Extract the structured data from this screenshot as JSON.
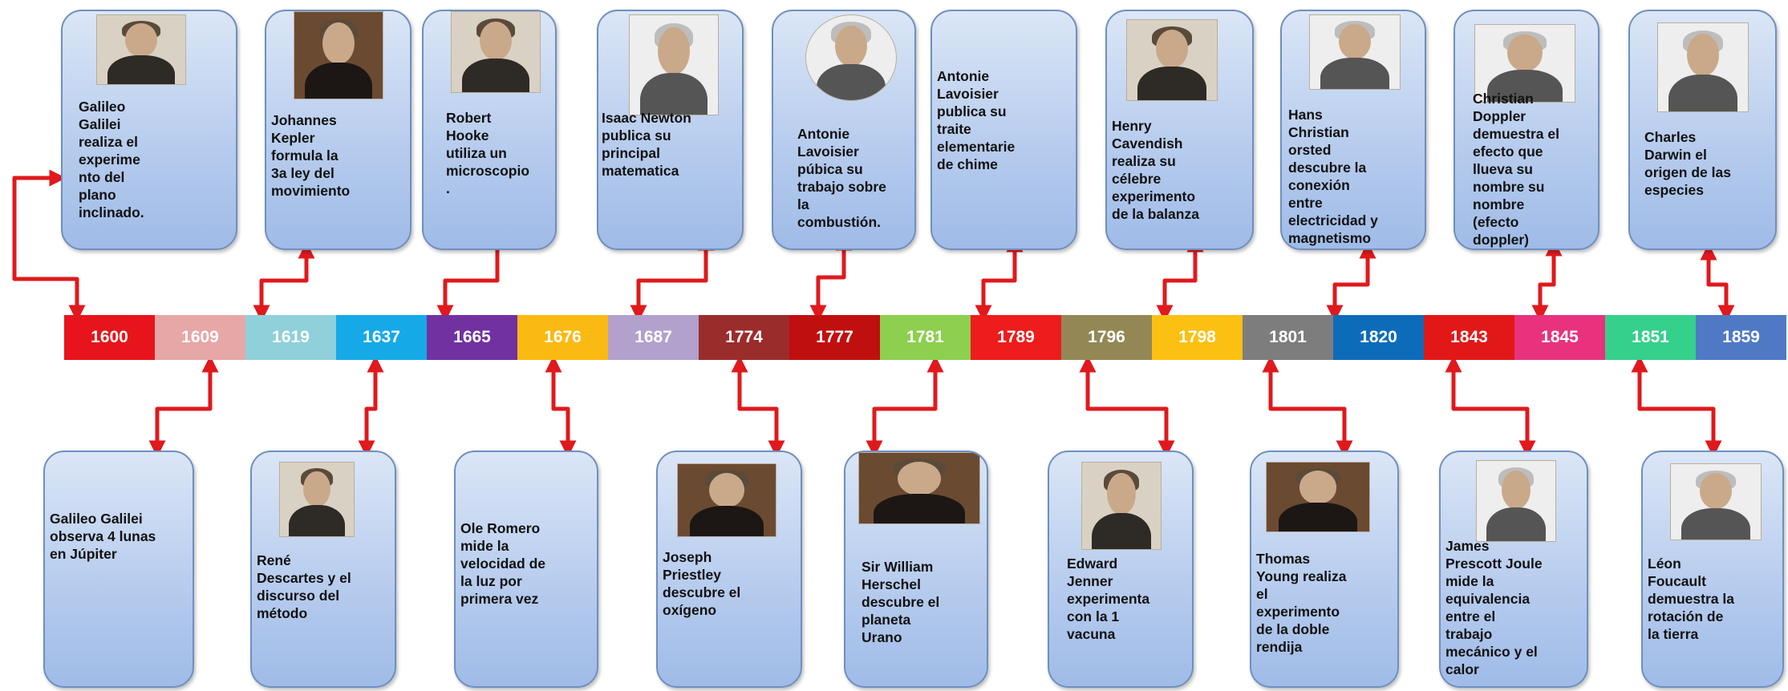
{
  "years": [
    {
      "label": "1600",
      "color": "#e8141b"
    },
    {
      "label": "1609",
      "color": "#e6a7a7"
    },
    {
      "label": "1619",
      "color": "#8fd0da"
    },
    {
      "label": "1637",
      "color": "#16a9e8"
    },
    {
      "label": "1665",
      "color": "#7131a1"
    },
    {
      "label": "1676",
      "color": "#fbba12"
    },
    {
      "label": "1687",
      "color": "#b2a0cd"
    },
    {
      "label": "1774",
      "color": "#9b2c2c"
    },
    {
      "label": "1777",
      "color": "#c00f0f"
    },
    {
      "label": "1781",
      "color": "#8dcf4f"
    },
    {
      "label": "1789",
      "color": "#ee1c1c"
    },
    {
      "label": "1796",
      "color": "#938855"
    },
    {
      "label": "1798",
      "color": "#fbc012"
    },
    {
      "label": "1801",
      "color": "#7d7d7d"
    },
    {
      "label": "1820",
      "color": "#0d6cba"
    },
    {
      "label": "1843",
      "color": "#e21818"
    },
    {
      "label": "1845",
      "color": "#e8327d"
    },
    {
      "label": "1851",
      "color": "#35d08b"
    },
    {
      "label": "1859",
      "color": "#4f79c5"
    }
  ],
  "top_events": [
    {
      "text": "Galileo\nGalilei\nrealiza el\nexperime\nnto del\nplano\ninclinado."
    },
    {
      "text": "Johannes\nKepler\nformula la\n3a ley del\nmovimiento"
    },
    {
      "text": "Robert\nHooke\nutiliza un\nmicroscopio\n."
    },
    {
      "text": "Isaac Newton\npublica su\nprincipal\nmatematica"
    },
    {
      "text": "Antonie\nLavoisier\npúbica su\ntrabajo sobre\nla\ncombustión."
    },
    {
      "text": "Antonie\nLavoisier\npublica su\ntraite\nelementarie\nde chime"
    },
    {
      "text": "Henry\nCavendish\nrealiza su\ncélebre\nexperimento\nde la balanza"
    },
    {
      "text": "Hans\nChristian\norsted\ndescubre la\nconexión\nentre\nelectricidad y\nmagnetismo"
    },
    {
      "text": "Christian\nDoppler\ndemuestra el\nefecto que\nllueva su\nnombre su\nnombre\n(efecto\ndoppler)"
    },
    {
      "text": "Charles\nDarwin el\norigen de las\nespecies"
    }
  ],
  "bottom_events": [
    {
      "text": "Galileo Galilei\nobserva 4 lunas\nen Júpiter"
    },
    {
      "text": "René\nDescartes y el\ndiscurso del\nmétodo"
    },
    {
      "text": "Ole Romero\nmide la\nvelocidad de\nla luz por\nprimera vez"
    },
    {
      "text": "Joseph\nPriestley\ndescubre el\noxígeno"
    },
    {
      "text": "Sir William\nHerschel\ndescubre el\nplaneta\nUrano"
    },
    {
      "text": "Edward\nJenner\nexperimenta\ncon la 1\nvacuna"
    },
    {
      "text": "Thomas\nYoung realiza\nel\nexperimento\nde la doble\nrendija"
    },
    {
      "text": "James\nPrescott Joule\nmide la\nequivalencia\nentre el\ntrabajo\nmecánico y el\ncalor"
    },
    {
      "text": "Léon\nFoucault\ndemuestra la\nrotación de\nla tierra"
    }
  ],
  "arrow_color": "#e0191c"
}
